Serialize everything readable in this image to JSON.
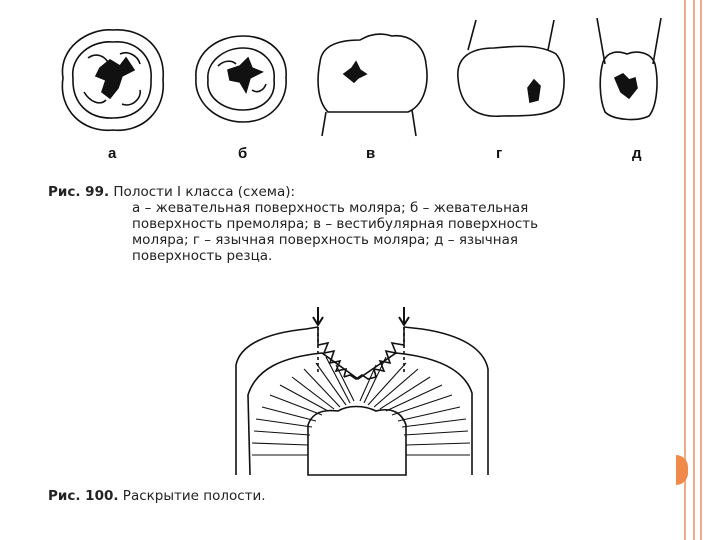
{
  "figure99": {
    "labels": [
      "а",
      "б",
      "в",
      "г",
      "д"
    ],
    "caption_number": "Рис. 99.",
    "caption_lines": [
      "Полости I класса (схема):",
      "а – жевательная поверхность моляра; б – жевательная",
      "поверхность премоляра; в – вестибулярная поверхность",
      "моляра; г – язычная поверхность моляра; д – язычная",
      "поверхность резца."
    ]
  },
  "figure100": {
    "caption_number": "Рис. 100.",
    "caption_text": "Раскрытие полости."
  }
}
